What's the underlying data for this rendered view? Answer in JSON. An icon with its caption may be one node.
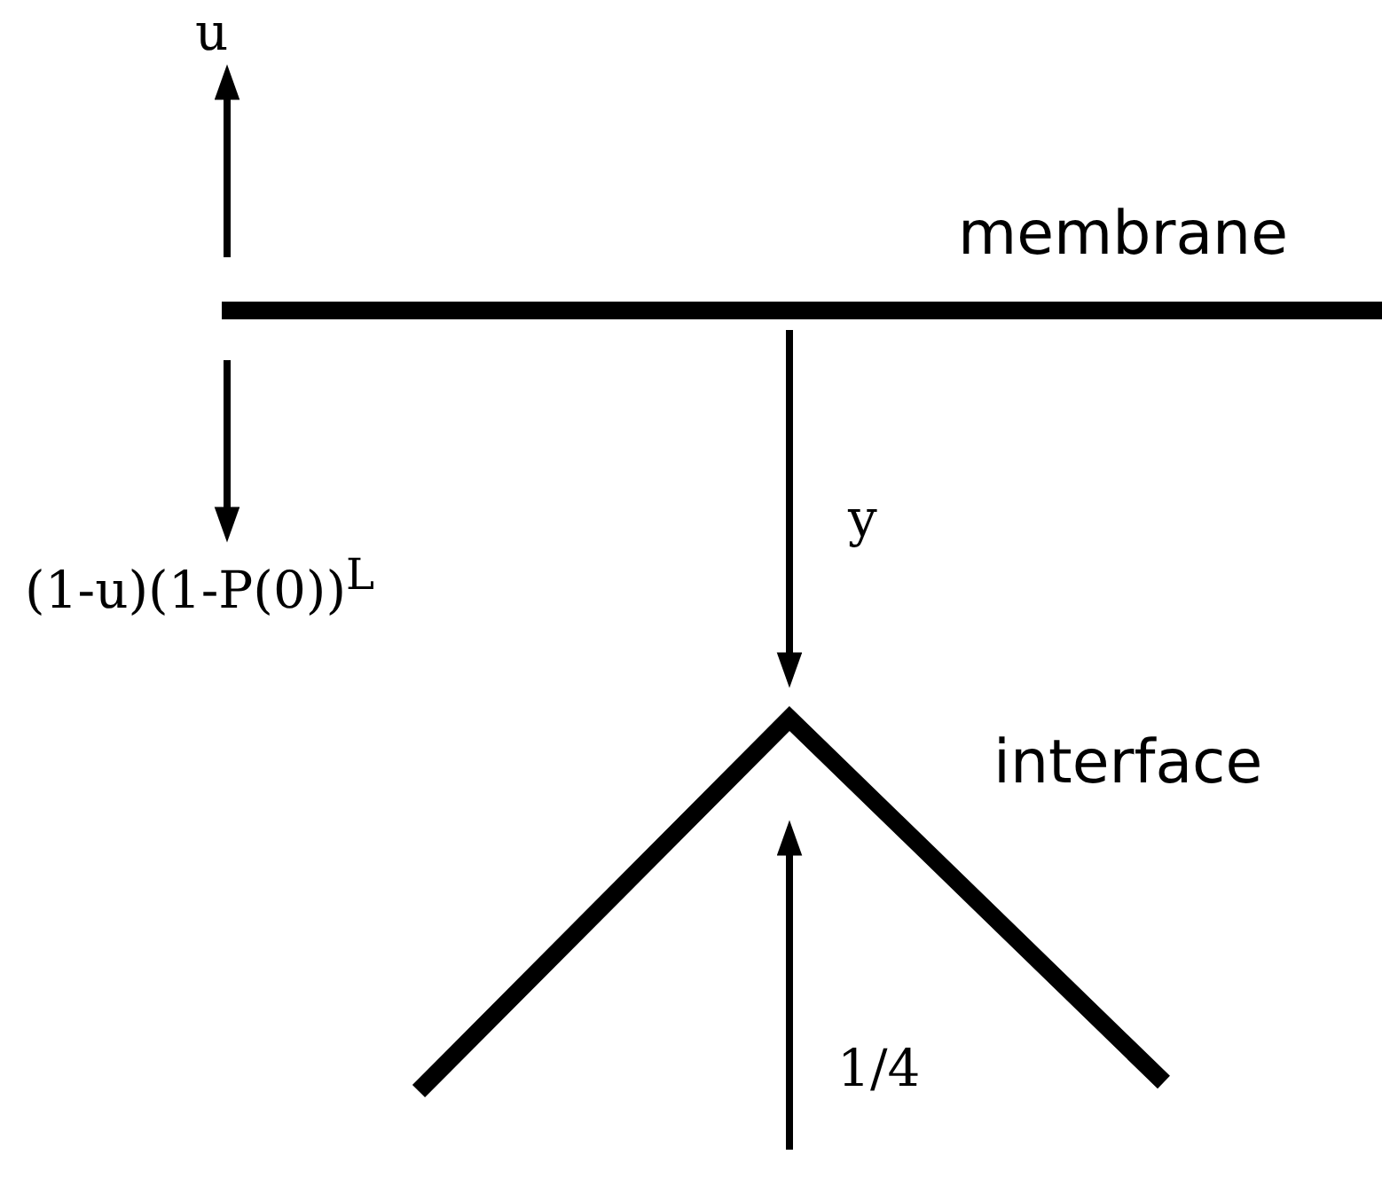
{
  "diagram": {
    "nodes": [
      {
        "text": [
          "membrane"
        ]
      },
      {
        "text": [
          "interface"
        ]
      }
    ],
    "edges": [
      {
        "from": 0,
        "to": null,
        "arrow": "to",
        "label": "u"
      },
      {
        "from": 0,
        "to": null,
        "arrow": "to",
        "label": "(1-u)(1-P(0))$^{L}$"
      },
      {
        "from": 0,
        "to": 1,
        "arrow": "to",
        "label": "y"
      },
      {
        "from": null,
        "to": 1,
        "arrow": "to",
        "label": "1/4"
      }
    ]
  }
}
